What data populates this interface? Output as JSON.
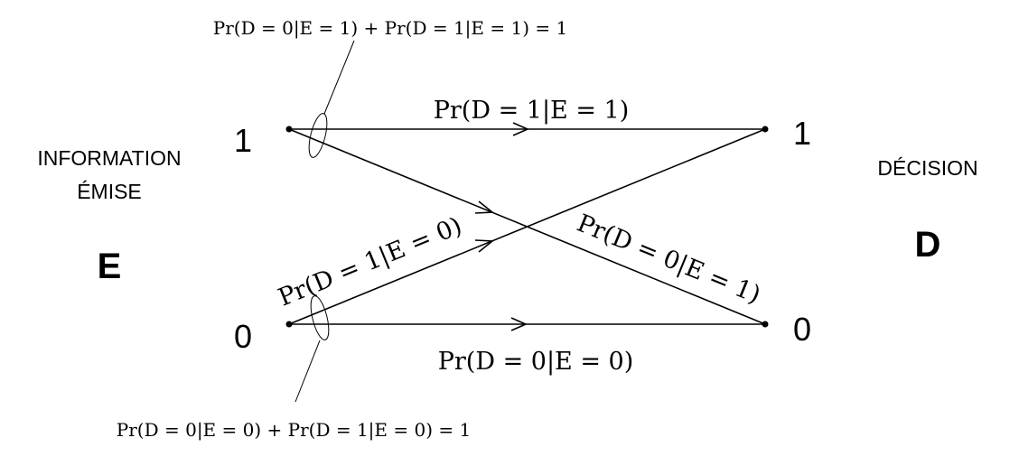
{
  "left": {
    "title_line1": "INFORMATION",
    "title_line2": "ÉMISE",
    "symbol": "E",
    "node_top": "1",
    "node_bottom": "0"
  },
  "right": {
    "title": "DÉCISION",
    "symbol": "D",
    "node_top": "1",
    "node_bottom": "0"
  },
  "transitions": {
    "top_straight": "Pr(D = 1|E = 1)",
    "bottom_straight": "Pr(D = 0|E = 0)",
    "cross_up": "Pr(D = 1|E = 0)",
    "cross_down": "Pr(D = 0|E = 1)"
  },
  "sums": {
    "top": "Pr(D = 0|E = 1) + Pr(D = 1|E = 1) = 1",
    "bottom": "Pr(D = 0|E = 0) + Pr(D = 1|E = 0) = 1"
  }
}
